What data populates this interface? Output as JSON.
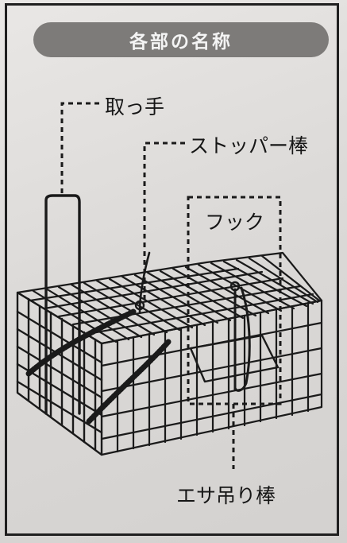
{
  "title": "各部の名称",
  "labels": {
    "handle": "取っ手",
    "stopper_bar": "ストッパー棒",
    "hook": "フック",
    "bait_hanging_bar": "エサ吊り棒"
  }
}
